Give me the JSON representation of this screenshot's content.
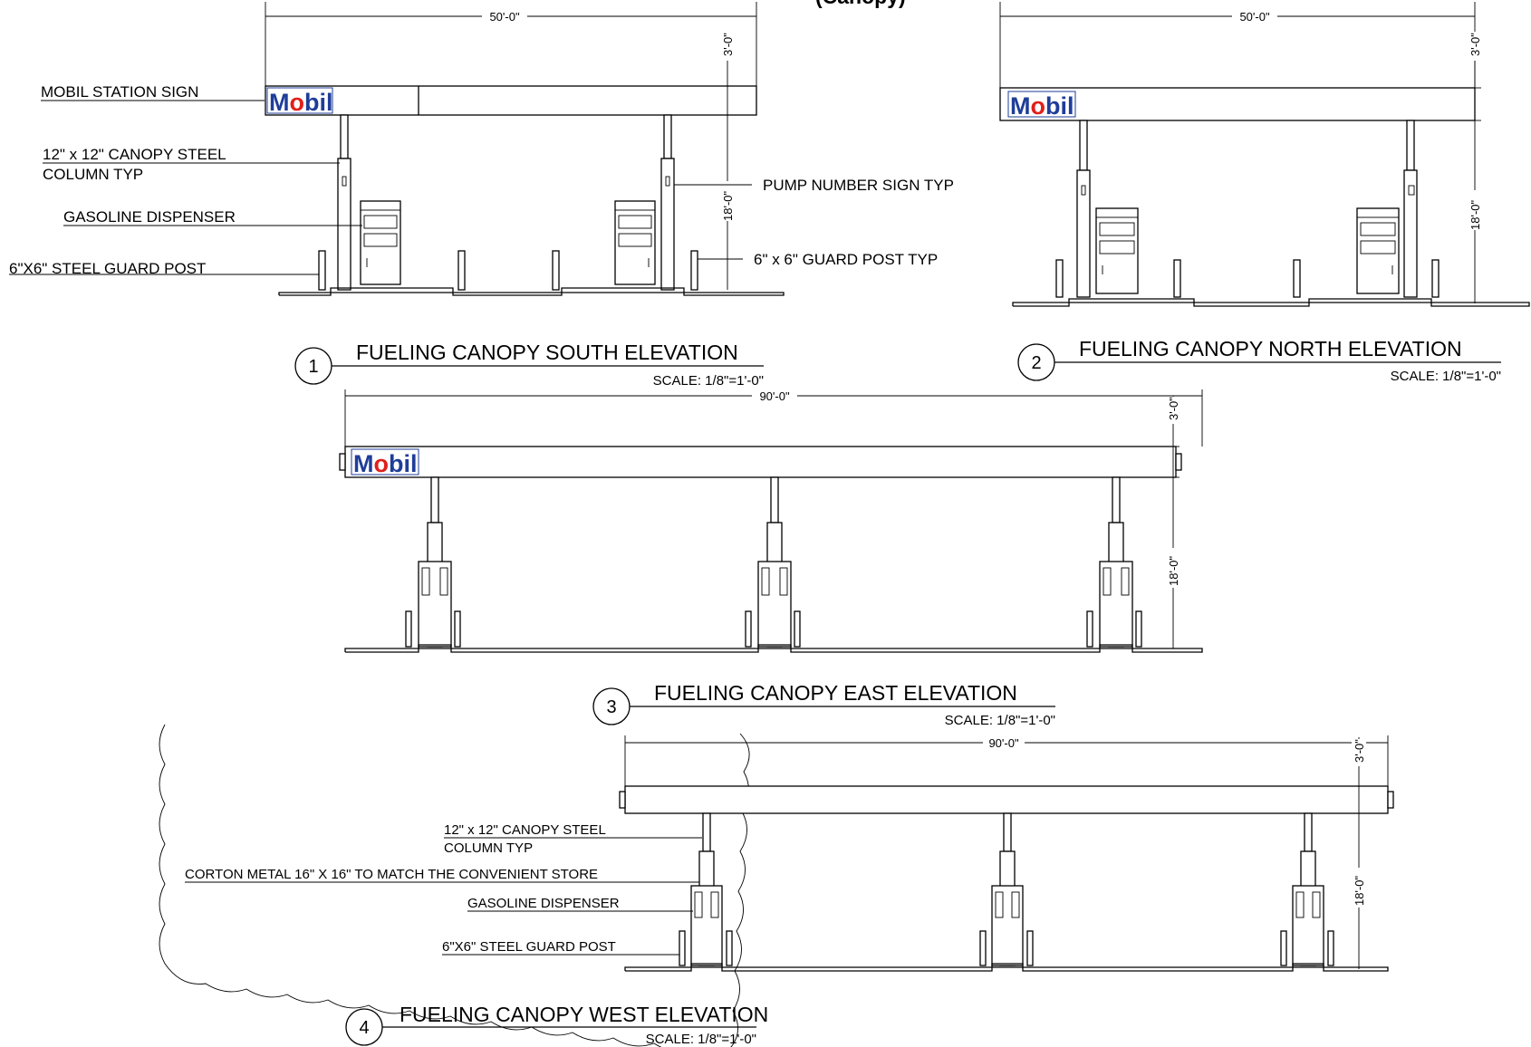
{
  "title_fragment": "(Canopy)",
  "brand": {
    "name_parts": [
      "M",
      "o",
      "bil"
    ],
    "blue": "#1f3d99",
    "red": "#e0201b"
  },
  "elevations": [
    {
      "number": "1",
      "title": "FUELING CANOPY SOUTH ELEVATION",
      "scale": "SCALE: 1/8\"=1'-0\"",
      "width_dim": "50'-0\"",
      "fascia_dim": "3'-0\"",
      "height_dim": "18'-0\""
    },
    {
      "number": "2",
      "title": "FUELING CANOPY NORTH ELEVATION",
      "scale": "SCALE: 1/8\"=1'-0\"",
      "width_dim": "50'-0\"",
      "fascia_dim": "3'-0\"",
      "height_dim": "18'-0\""
    },
    {
      "number": "3",
      "title": "FUELING CANOPY EAST ELEVATION",
      "scale": "SCALE: 1/8\"=1'-0\"",
      "width_dim": "90'-0\"",
      "fascia_dim": "3'-0\"",
      "height_dim": "18'-0\""
    },
    {
      "number": "4",
      "title": "FUELING CANOPY WEST ELEVATION",
      "scale": "SCALE: 1/8\"=1'-0\"",
      "width_dim": "90'-0\"",
      "fascia_dim": "3'-0\"",
      "height_dim": "18'-0\""
    }
  ],
  "callouts": {
    "south": {
      "sign": "MOBIL STATION SIGN",
      "column_line1": "12\" x 12\" CANOPY STEEL",
      "column_line2": "COLUMN TYP",
      "dispenser": "GASOLINE DISPENSER",
      "guard_post": "6\"X6\" STEEL GUARD POST",
      "pump_sign": "PUMP NUMBER SIGN TYP",
      "guard_post_typ": "6\" x 6\" GUARD POST TYP"
    },
    "west": {
      "column_line1": "12\" x 12\" CANOPY STEEL",
      "column_line2": "COLUMN TYP",
      "corton": "CORTON  METAL 16\" X 16\" TO MATCH THE CONVENIENT STORE",
      "dispenser": "GASOLINE DISPENSER",
      "guard_post": "6\"X6\" STEEL GUARD POST"
    }
  }
}
